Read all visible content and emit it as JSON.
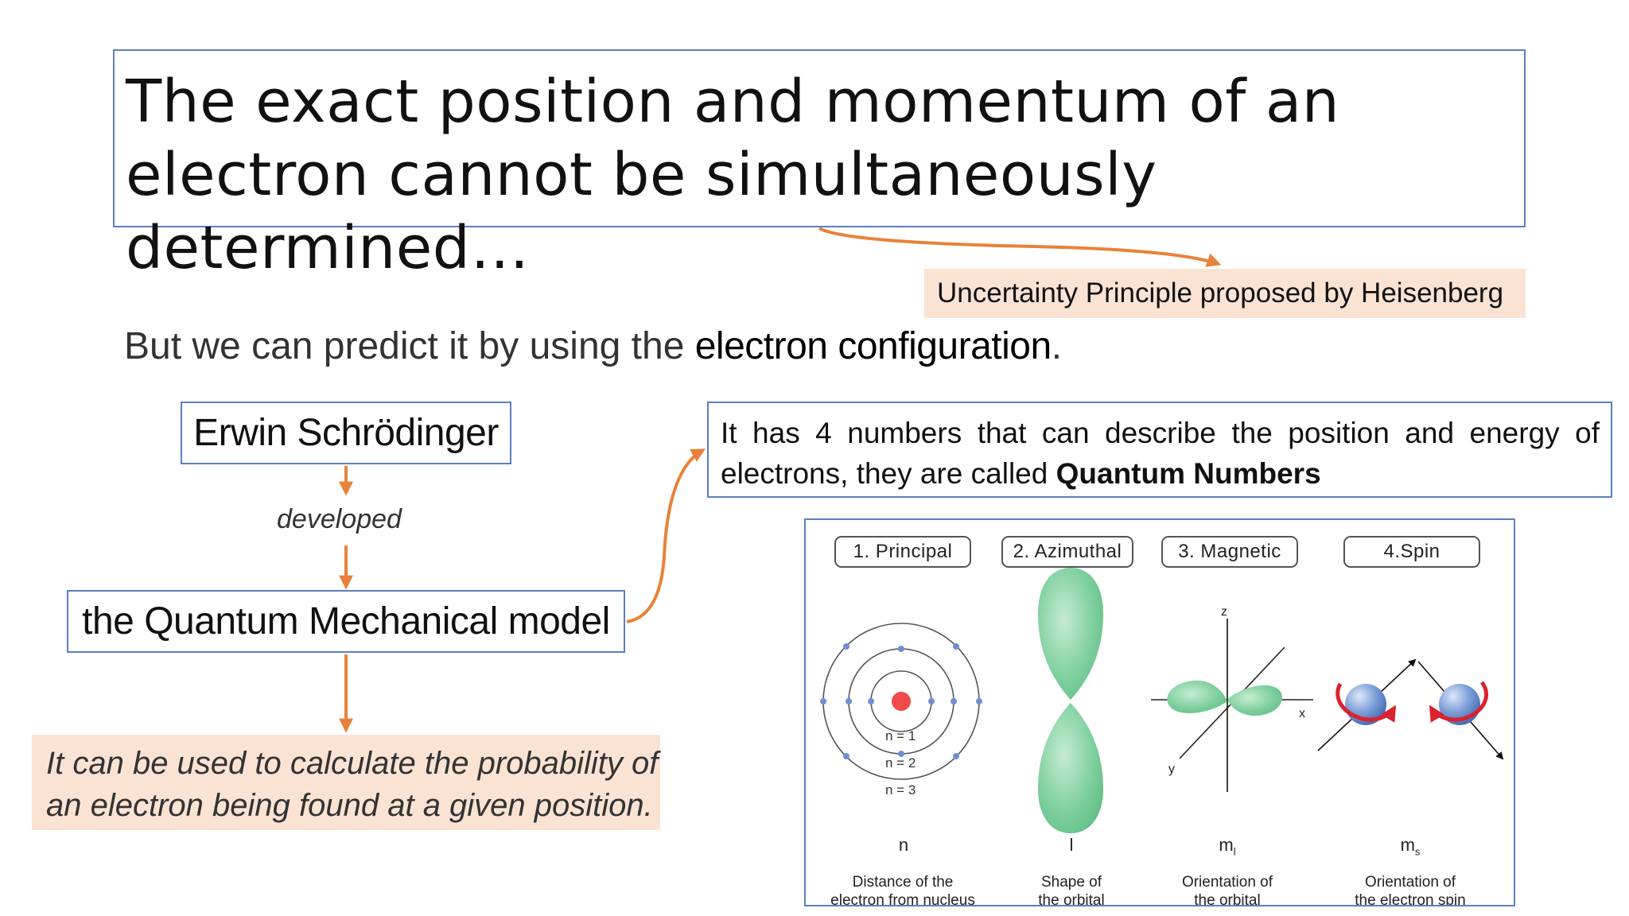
{
  "title": "The exact position and momentum of an electron cannot be simultaneously determined…",
  "heisenberg_note": "Uncertainty Principle proposed by Heisenberg",
  "subtitle": {
    "prefix": "But we can predict it by using the ",
    "highlight": "electron configuration",
    "suffix": "."
  },
  "scientist": "Erwin Schrödinger",
  "verb": "developed",
  "model": "the Quantum Mechanical model",
  "probability_note": "It can be used to calculate the probability of an electron being found at a given position.",
  "quantum_numbers_note": {
    "prefix": "It has 4 numbers that can describe the position and energy of electrons, they are called ",
    "highlight": "Quantum Numbers"
  },
  "figure": {
    "labels": [
      "1. Principal",
      "2. Azimuthal",
      "3. Magnetic",
      "4.Spin"
    ],
    "symbols": [
      "n",
      "l",
      "m",
      "m"
    ],
    "symbol_subscripts": [
      "",
      "",
      "l",
      "s"
    ],
    "descriptions": [
      [
        "Distance of the",
        "electron from nucleus"
      ],
      [
        "Shape of",
        "the orbital"
      ],
      [
        "Orientation of",
        "the orbital"
      ],
      [
        "Orientation of",
        "the electron spin"
      ]
    ],
    "shells": [
      "n = 1",
      "n = 2",
      "n = 3"
    ],
    "axes": {
      "z": "z",
      "x": "x",
      "y": "y"
    }
  },
  "colors": {
    "box_border": "#5a7fc2",
    "peach": "#fbe3d4",
    "arrow": "#e8823a",
    "orbital_green": "#7fcf9c",
    "nucleus": "#f04b4b",
    "electron_dot": "#6e8fd0",
    "spin_red": "#d9232e"
  }
}
